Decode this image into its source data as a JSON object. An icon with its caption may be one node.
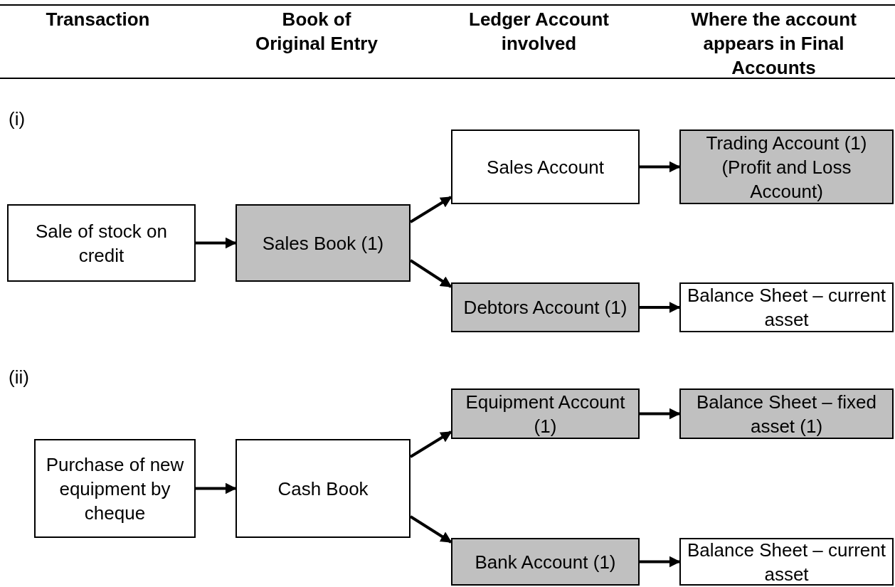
{
  "diagram": {
    "nodes": [
      {
        "text": [
          "Sale of stock on credit"
        ]
      },
      {
        "text": [
          "Sales Book (1)"
        ]
      },
      {
        "text": [
          "Sales Account"
        ]
      },
      {
        "text": [
          "Trading Account (1) (Profit and Loss Account)"
        ]
      },
      {
        "text": [
          "Debtors Account (1)"
        ]
      },
      {
        "text": [
          "Balance Sheet – current asset"
        ]
      },
      {
        "text": [
          "Purchase of new equipment by cheque"
        ]
      },
      {
        "text": [
          "Cash Book"
        ]
      },
      {
        "text": [
          "Equipment Account (1)"
        ]
      },
      {
        "text": [
          "Balance Sheet – fixed asset (1)"
        ]
      },
      {
        "text": [
          "Bank Account (1)"
        ]
      },
      {
        "text": [
          "Balance Sheet – current asset"
        ]
      }
    ],
    "edges": [
      {
        "from": 0,
        "to": 1,
        "arrow": "to"
      },
      {
        "from": 1,
        "to": 2,
        "arrow": "to"
      },
      {
        "from": 1,
        "to": 4,
        "arrow": "to"
      },
      {
        "from": 2,
        "to": 3,
        "arrow": "to"
      },
      {
        "from": 4,
        "to": 5,
        "arrow": "to"
      },
      {
        "from": 6,
        "to": 7,
        "arrow": "to"
      },
      {
        "from": 7,
        "to": 8,
        "arrow": "to"
      },
      {
        "from": 7,
        "to": 10,
        "arrow": "to"
      },
      {
        "from": 8,
        "to": 9,
        "arrow": "to"
      },
      {
        "from": 10,
        "to": 11,
        "arrow": "to"
      }
    ],
    "labels": [
      "Transaction",
      "Book of Original Entry",
      "Ledger Account involved",
      "Where the account appears in Final Accounts",
      "(i)",
      "(ii)"
    ]
  }
}
